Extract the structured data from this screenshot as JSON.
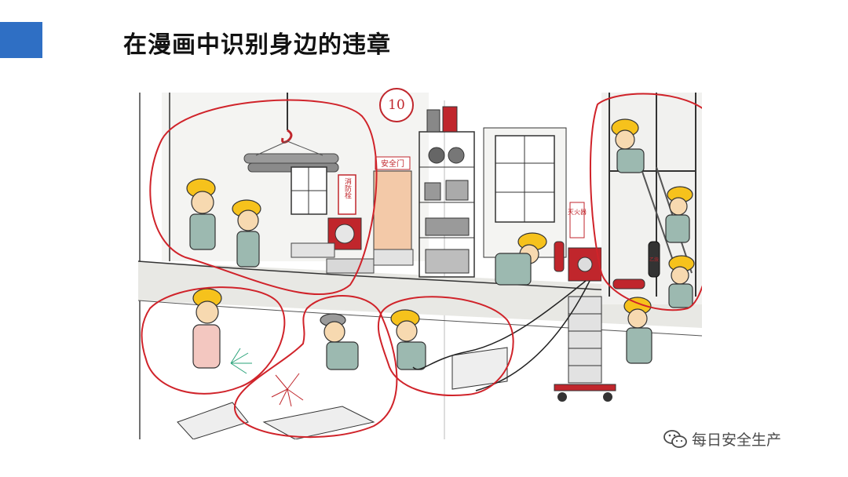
{
  "slide": {
    "title": "在漫画中识别身边的违章",
    "accent_color": "#2f6fc4"
  },
  "illustration": {
    "page_number": "10",
    "signs": {
      "safety_exit": "安全门",
      "fire_hydrant": "消防栓",
      "fire_extinguisher": "灭火器",
      "gas_cylinder": "乙炔"
    },
    "markup_color": "#d0232a"
  },
  "watermark": {
    "icon": "wechat-icon",
    "text": "每日安全生产"
  }
}
